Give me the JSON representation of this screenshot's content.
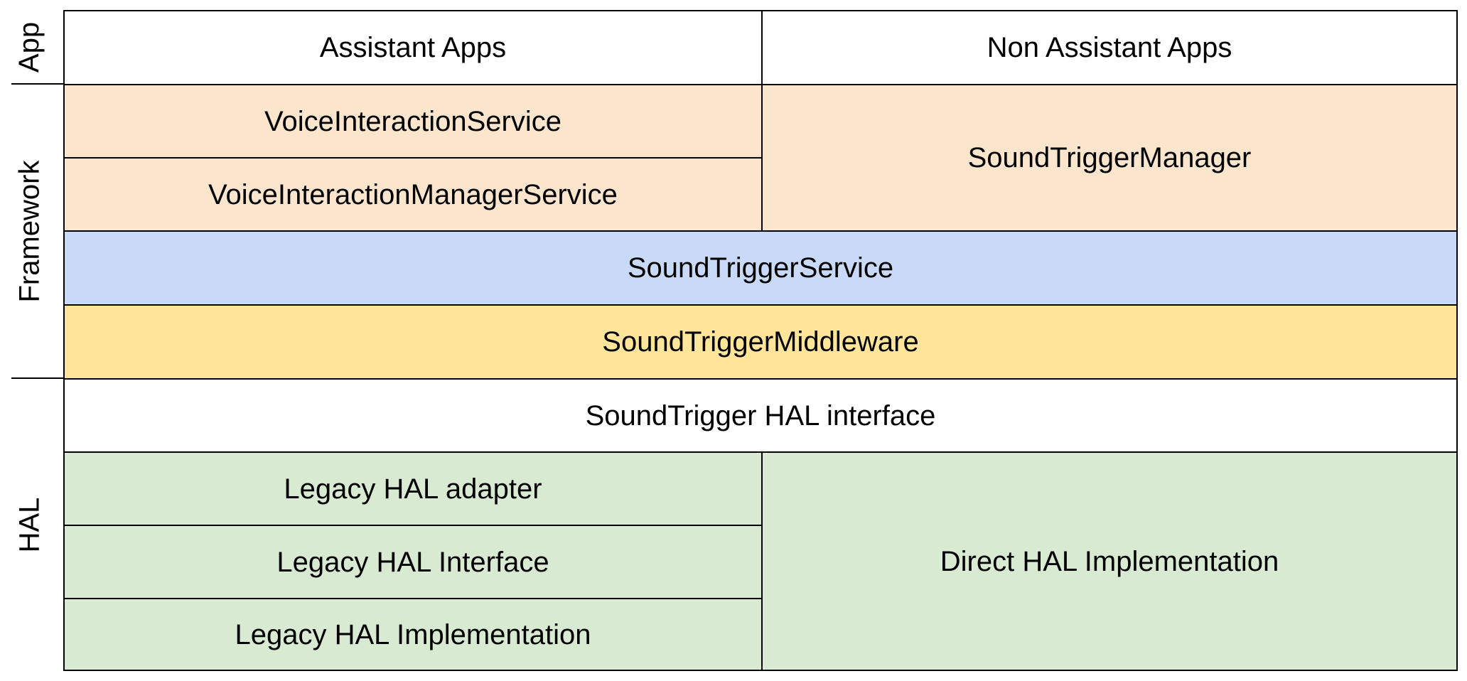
{
  "layers": {
    "app": "App",
    "framework": "Framework",
    "hal": "HAL"
  },
  "boxes": {
    "assistant_apps": "Assistant Apps",
    "non_assistant_apps": "Non Assistant Apps",
    "voice_interaction_service": "VoiceInteractionService",
    "voice_interaction_manager_service": "VoiceInteractionManagerService",
    "sound_trigger_manager": "SoundTriggerManager",
    "sound_trigger_service": "SoundTriggerService",
    "sound_trigger_middleware": "SoundTriggerMiddleware",
    "sound_trigger_hal_interface": "SoundTrigger HAL interface",
    "legacy_hal_adapter": "Legacy HAL adapter",
    "legacy_hal_interface": "Legacy HAL Interface",
    "legacy_hal_implementation": "Legacy HAL Implementation",
    "direct_hal_implementation": "Direct HAL Implementation"
  },
  "colors": {
    "white": "#ffffff",
    "framework_orange": "#fce5cd",
    "service_blue": "#c9daf8",
    "middleware_yellow": "#ffe599",
    "hal_green": "#d9ead3",
    "border": "#000000"
  }
}
